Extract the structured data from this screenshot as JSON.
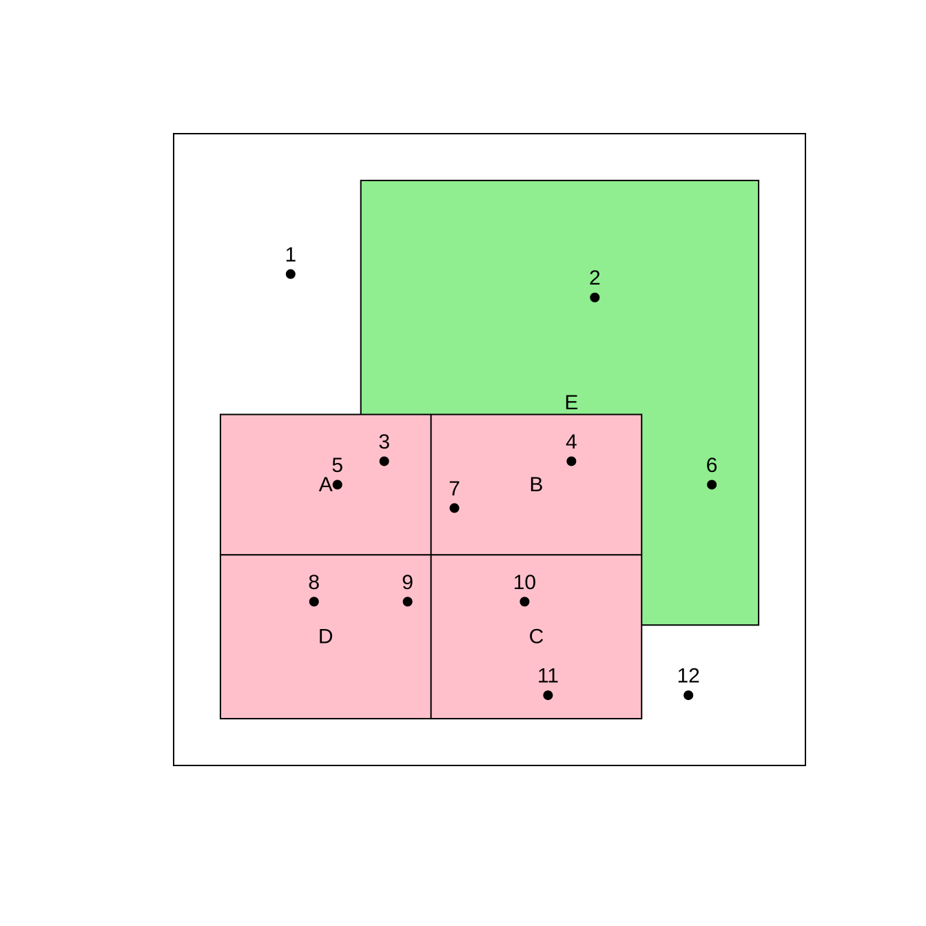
{
  "colors": {
    "frame_stroke": "#000000",
    "region_e_fill": "#90ee90",
    "region_abcd_fill": "#ffc0cb",
    "point_fill": "#000000",
    "text": "#000000"
  },
  "chart_data": {
    "type": "scatter",
    "xlim": [
      0,
      27
    ],
    "ylim": [
      0,
      27
    ],
    "regions": [
      {
        "label": "E",
        "x": [
          8,
          25
        ],
        "y": [
          6,
          25
        ],
        "label_at": [
          17,
          15.5
        ],
        "fill": "#90ee90"
      },
      {
        "label": "A",
        "x": [
          2,
          11
        ],
        "y": [
          9,
          15
        ],
        "label_at": [
          6.5,
          12
        ],
        "fill": "#ffc0cb"
      },
      {
        "label": "B",
        "x": [
          11,
          20
        ],
        "y": [
          9,
          15
        ],
        "label_at": [
          15.5,
          12
        ],
        "fill": "#ffc0cb"
      },
      {
        "label": "D",
        "x": [
          2,
          11
        ],
        "y": [
          2,
          9
        ],
        "label_at": [
          6.5,
          5.5
        ],
        "fill": "#ffc0cb"
      },
      {
        "label": "C",
        "x": [
          11,
          20
        ],
        "y": [
          2,
          9
        ],
        "label_at": [
          15.5,
          5.5
        ],
        "fill": "#ffc0cb"
      }
    ],
    "points": [
      {
        "label": "1",
        "x": 5,
        "y": 21
      },
      {
        "label": "2",
        "x": 18,
        "y": 20
      },
      {
        "label": "3",
        "x": 9,
        "y": 13
      },
      {
        "label": "4",
        "x": 17,
        "y": 13
      },
      {
        "label": "5",
        "x": 7,
        "y": 12
      },
      {
        "label": "6",
        "x": 23,
        "y": 12
      },
      {
        "label": "7",
        "x": 12,
        "y": 11
      },
      {
        "label": "8",
        "x": 6,
        "y": 7
      },
      {
        "label": "9",
        "x": 10,
        "y": 7
      },
      {
        "label": "10",
        "x": 15,
        "y": 7
      },
      {
        "label": "11",
        "x": 16,
        "y": 3
      },
      {
        "label": "12",
        "x": 22,
        "y": 3
      }
    ]
  }
}
